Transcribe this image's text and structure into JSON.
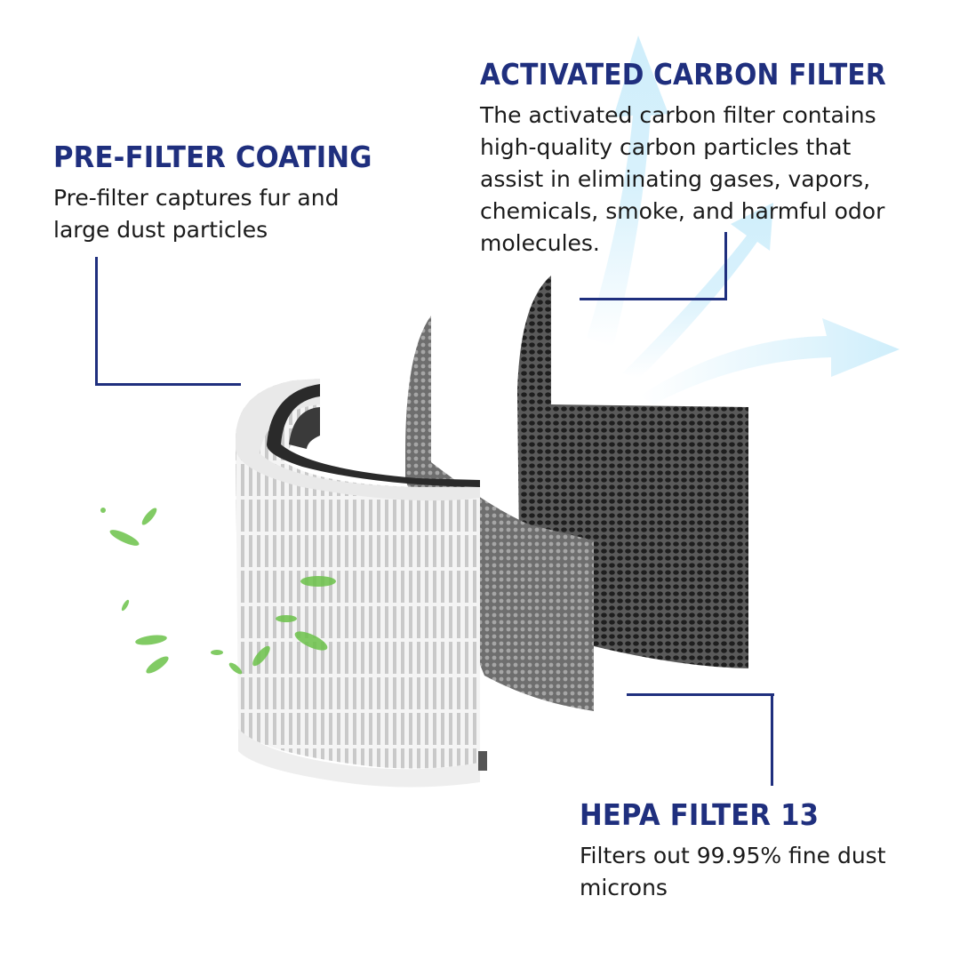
{
  "sections": {
    "pre_filter": {
      "title": "PRE-FILTER COATING",
      "lines": [
        "Pre-filter captures fur and",
        "large dust particles"
      ]
    },
    "carbon": {
      "title": "ACTIVATED CARBON FILTER",
      "lines": [
        "The activated carbon filter contains",
        "high-quality carbon particles that",
        "assist in eliminating gases, vapors,",
        "chemicals, smoke, and harmful odor",
        "molecules."
      ]
    },
    "hepa": {
      "title": "HEPA FILTER 13",
      "lines": [
        "Filters out 99.95% fine dust",
        "microns"
      ]
    }
  },
  "colors": {
    "accent": "#1f2f7e",
    "text": "#1a1a1a",
    "airflow": "#cfeefb",
    "leaf": "#6cc24a",
    "hepa_white": "#f2f2f2",
    "mesh_gray": "#7a7a7a",
    "carbon_dark": "#2e2e2e"
  }
}
